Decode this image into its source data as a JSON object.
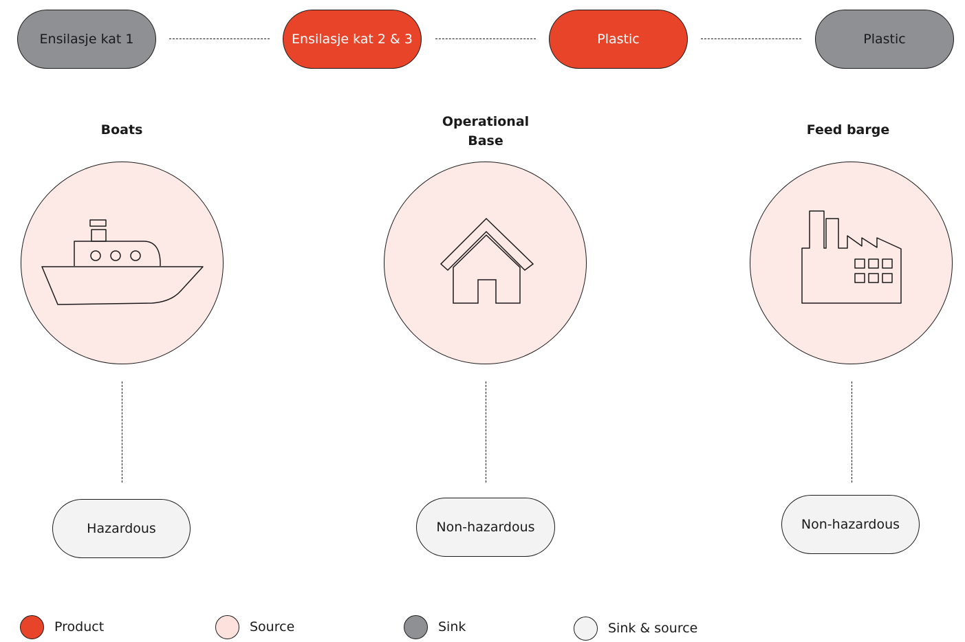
{
  "top_row": [
    {
      "label": "Ensilasje kat 1",
      "kind": "sink"
    },
    {
      "label": "Ensilasje kat 2 & 3",
      "kind": "product"
    },
    {
      "label": "Plastic",
      "kind": "product"
    },
    {
      "label": "Plastic",
      "kind": "sink"
    }
  ],
  "nodes": [
    {
      "title": "Boats",
      "icon": "boat-icon",
      "category": "Hazardous"
    },
    {
      "title": "Operational\nBase",
      "icon": "house-icon",
      "category": "Non-hazardous"
    },
    {
      "title": "Feed barge",
      "icon": "factory-icon",
      "category": "Non-hazardous"
    }
  ],
  "legend": [
    {
      "label": "Product",
      "color": "#e8442a"
    },
    {
      "label": "Source",
      "color": "#fde1dc"
    },
    {
      "label": "Sink",
      "color": "#8e9093"
    },
    {
      "label": "Sink & source",
      "color": "#f3f3f3"
    }
  ],
  "colors": {
    "product": "#e8442a",
    "source": "#fde9e6",
    "sink": "#8e9093",
    "sink_source": "#f3f3f3",
    "stroke": "#1a1a1a"
  }
}
